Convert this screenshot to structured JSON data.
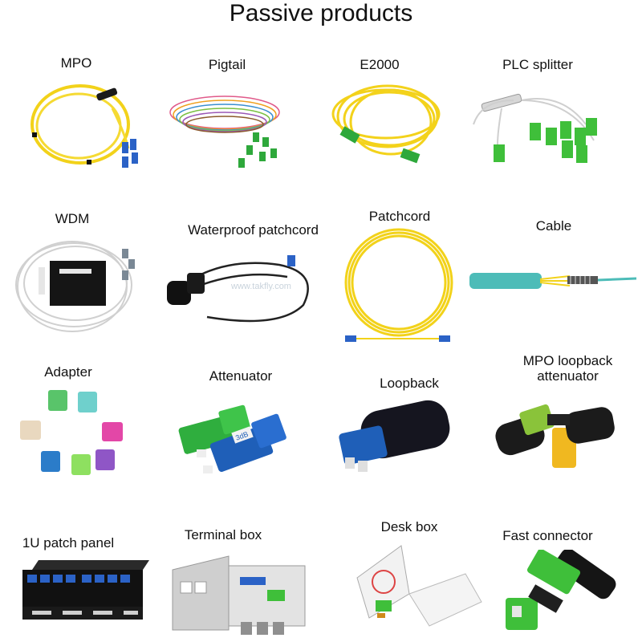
{
  "title": "Passive products",
  "watermark": "www.takfly.com",
  "products": [
    {
      "label": "MPO",
      "icon": "mpo-cable-image"
    },
    {
      "label": "Pigtail",
      "icon": "pigtail-bundle-image"
    },
    {
      "label": "E2000",
      "icon": "e2000-patchcord-image"
    },
    {
      "label": "PLC splitter",
      "icon": "plc-splitter-image"
    },
    {
      "label": "WDM",
      "icon": "wdm-module-image"
    },
    {
      "label": "Waterproof patchcord",
      "icon": "waterproof-patchcord-image"
    },
    {
      "label": "Patchcord",
      "icon": "patchcord-coil-image"
    },
    {
      "label": "Cable",
      "icon": "fiber-cable-image"
    },
    {
      "label": "Adapter",
      "icon": "adapters-image"
    },
    {
      "label": "Attenuator",
      "icon": "attenuators-image"
    },
    {
      "label": "Loopback",
      "icon": "loopback-image"
    },
    {
      "label": "MPO loopback attenuator",
      "icon": "mpo-loopback-attenuator-image"
    },
    {
      "label": "1U patch panel",
      "icon": "patch-panel-image"
    },
    {
      "label": "Terminal box",
      "icon": "terminal-box-image"
    },
    {
      "label": "Desk box",
      "icon": "desk-box-image"
    },
    {
      "label": "Fast connector",
      "icon": "fast-connector-image"
    }
  ],
  "attenuator_value": "3dB",
  "colors": {
    "fiber_yellow": "#f3d21b",
    "sc_apc_green": "#3fbf3a",
    "lc_blue": "#1f5fb8",
    "aqua": "#4dbcb8"
  }
}
